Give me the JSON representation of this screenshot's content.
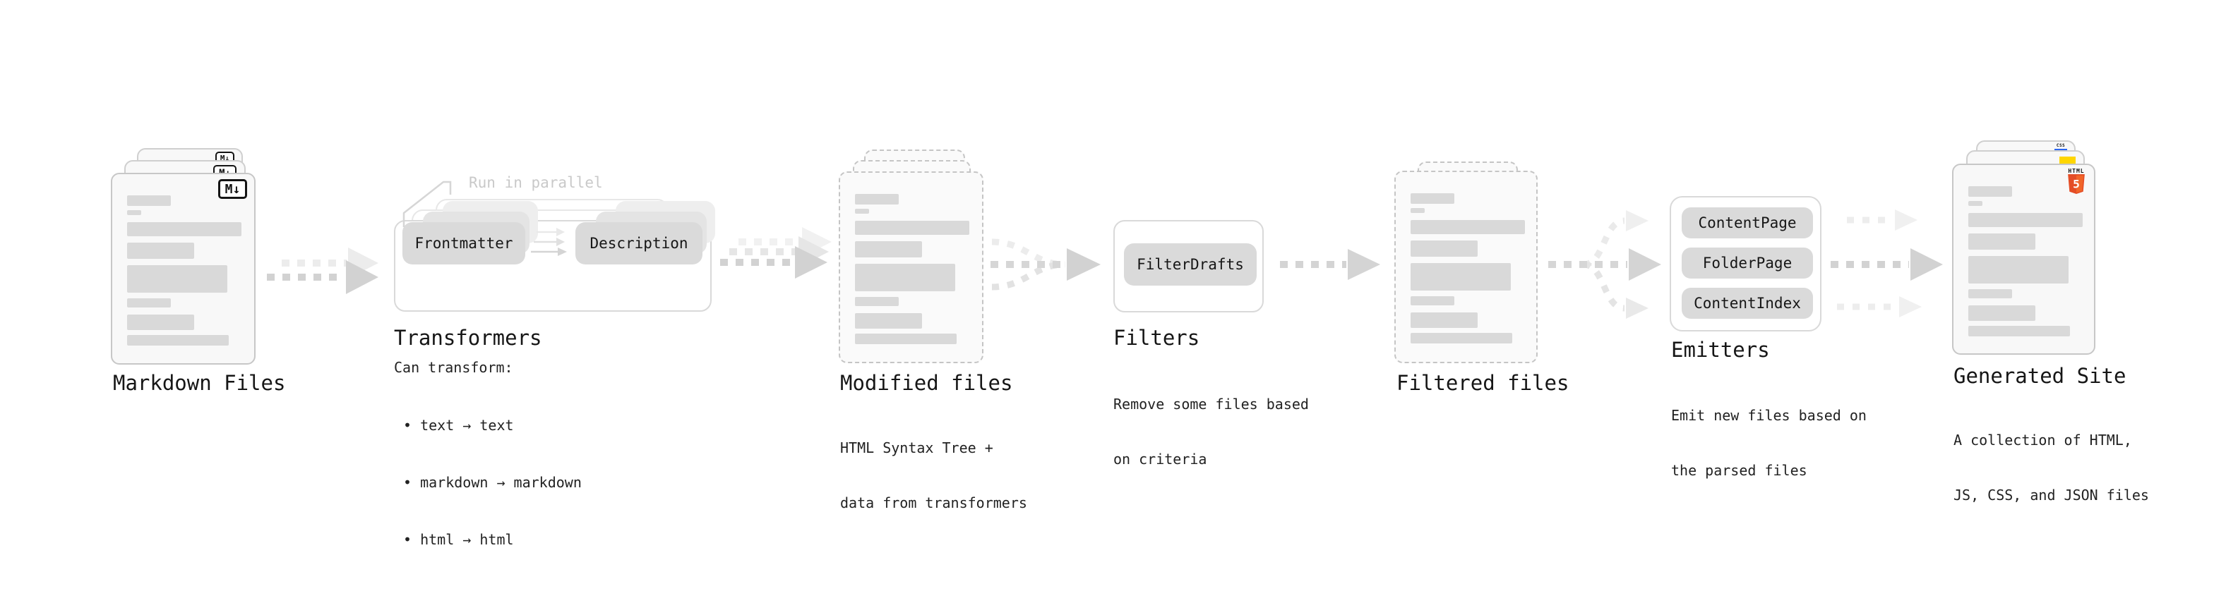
{
  "pipeline": {
    "annotation_run_parallel": "Run in parallel",
    "stages": {
      "markdown_files": {
        "title": "Markdown Files",
        "badge": "M↓"
      },
      "transformers": {
        "title": "Transformers",
        "pill_left": "Frontmatter",
        "pill_right": "Description",
        "note_title": "Can transform:",
        "bullets": [
          "• text → text",
          "• markdown → markdown",
          "• html → html"
        ]
      },
      "modified_files": {
        "title": "Modified files",
        "note": [
          "HTML Syntax Tree +",
          "data from transformers"
        ]
      },
      "filters": {
        "title": "Filters",
        "pill": "FilterDrafts",
        "note": [
          "Remove some files based",
          "on criteria"
        ]
      },
      "filtered_files": {
        "title": "Filtered files"
      },
      "emitters": {
        "title": "Emitters",
        "pills": [
          "ContentPage",
          "FolderPage",
          "ContentIndex"
        ],
        "note": [
          "Emit new files based on",
          "the parsed files"
        ]
      },
      "generated_site": {
        "title": "Generated Site",
        "note": [
          "A collection of HTML,",
          "JS, CSS, and JSON files"
        ],
        "badge_html_label": "HTML",
        "badge_html_number": "5",
        "badge_css_label": "CSS"
      }
    },
    "colors": {
      "placeholder_bar": "#d9d9d9",
      "arrow_main": "#d2d2d2",
      "arrow_light": "#e7e7e7",
      "html5_orange": "#e44d26",
      "html5_orange_light": "#f16529",
      "js_yellow": "#ffd600",
      "css_blue": "#2965f1",
      "annotation_gray": "#c9c9c9"
    }
  }
}
